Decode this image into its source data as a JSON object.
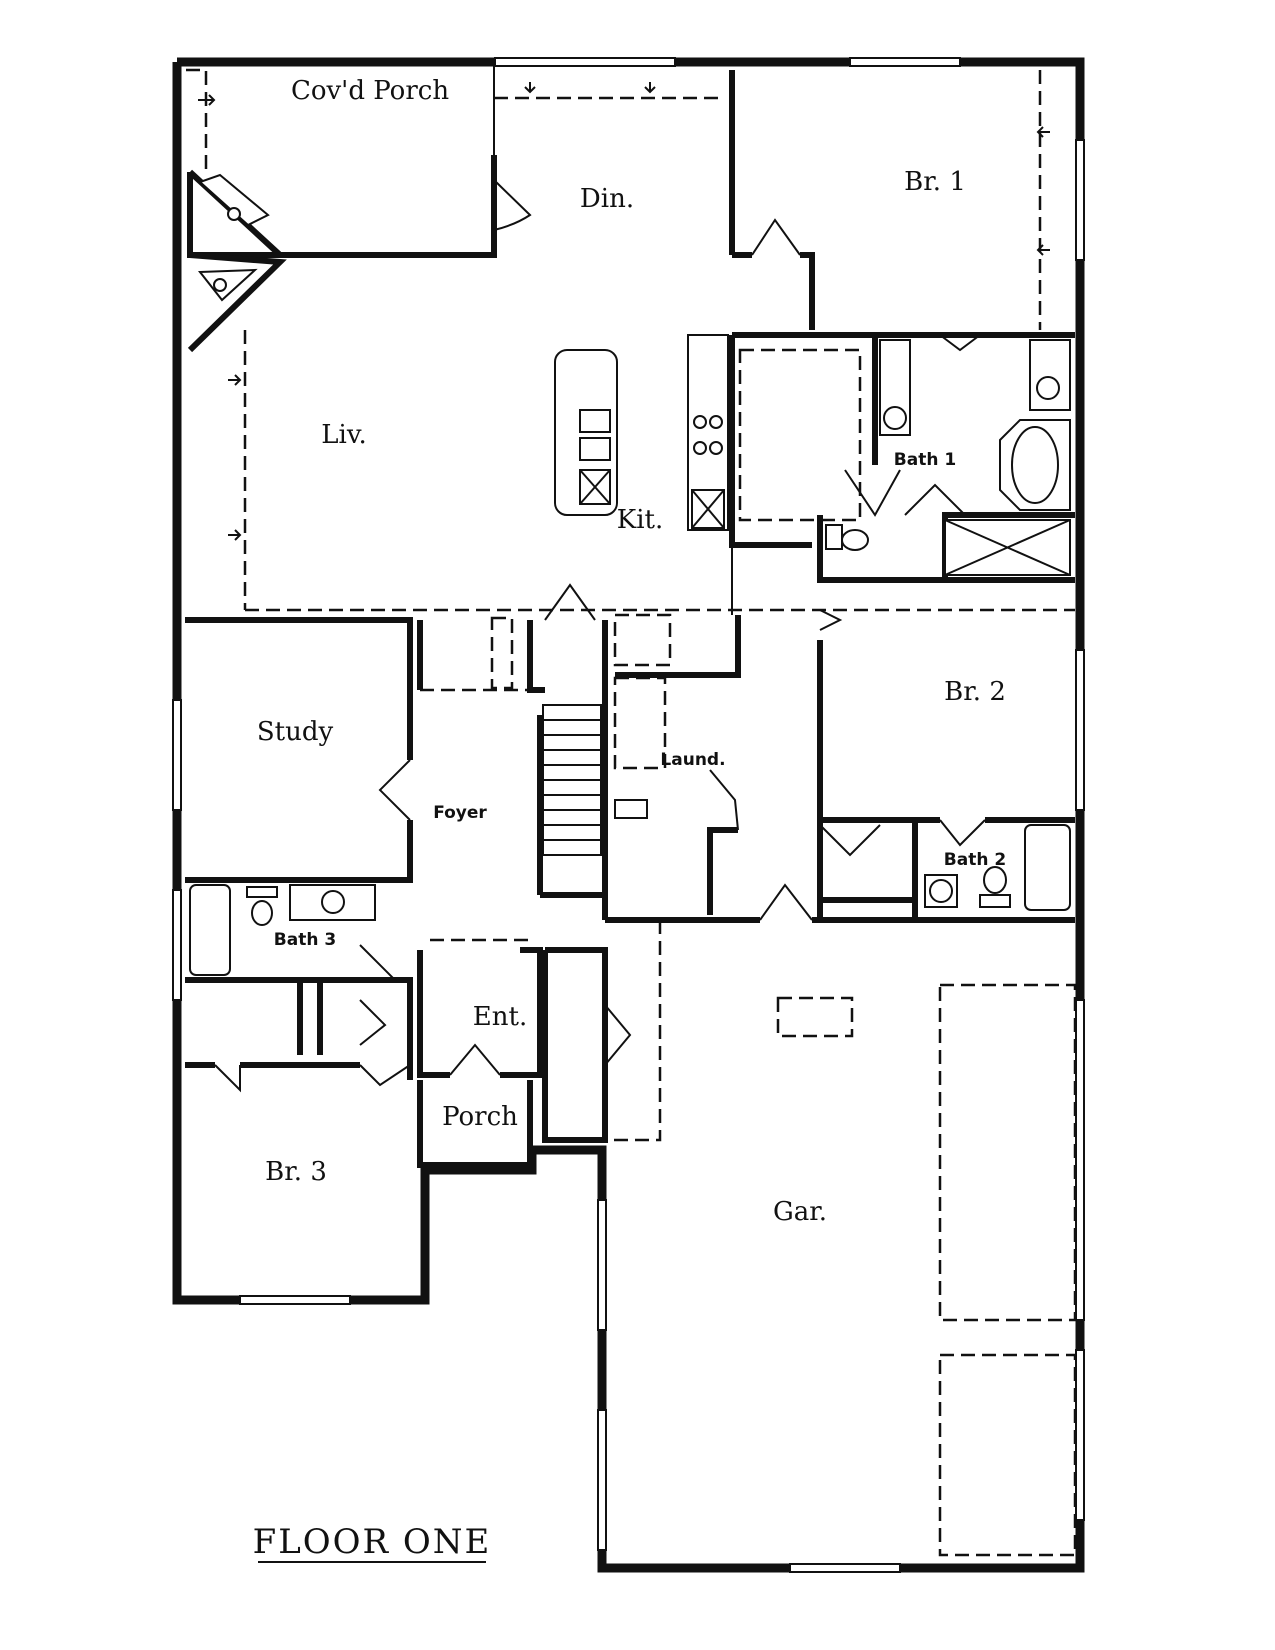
{
  "title": "FLOOR ONE",
  "rooms": {
    "covd_porch": "Cov'd Porch",
    "dining": "Din.",
    "bedroom1": "Br. 1",
    "living": "Liv.",
    "kitchen": "Kit.",
    "bath1": "Bath 1",
    "study": "Study",
    "foyer": "Foyer",
    "laundry": "Laund.",
    "bedroom2": "Br. 2",
    "bath2": "Bath 2",
    "bath3": "Bath 3",
    "entry": "Ent.",
    "porch": "Porch",
    "bedroom3": "Br. 3",
    "garage": "Gar."
  }
}
